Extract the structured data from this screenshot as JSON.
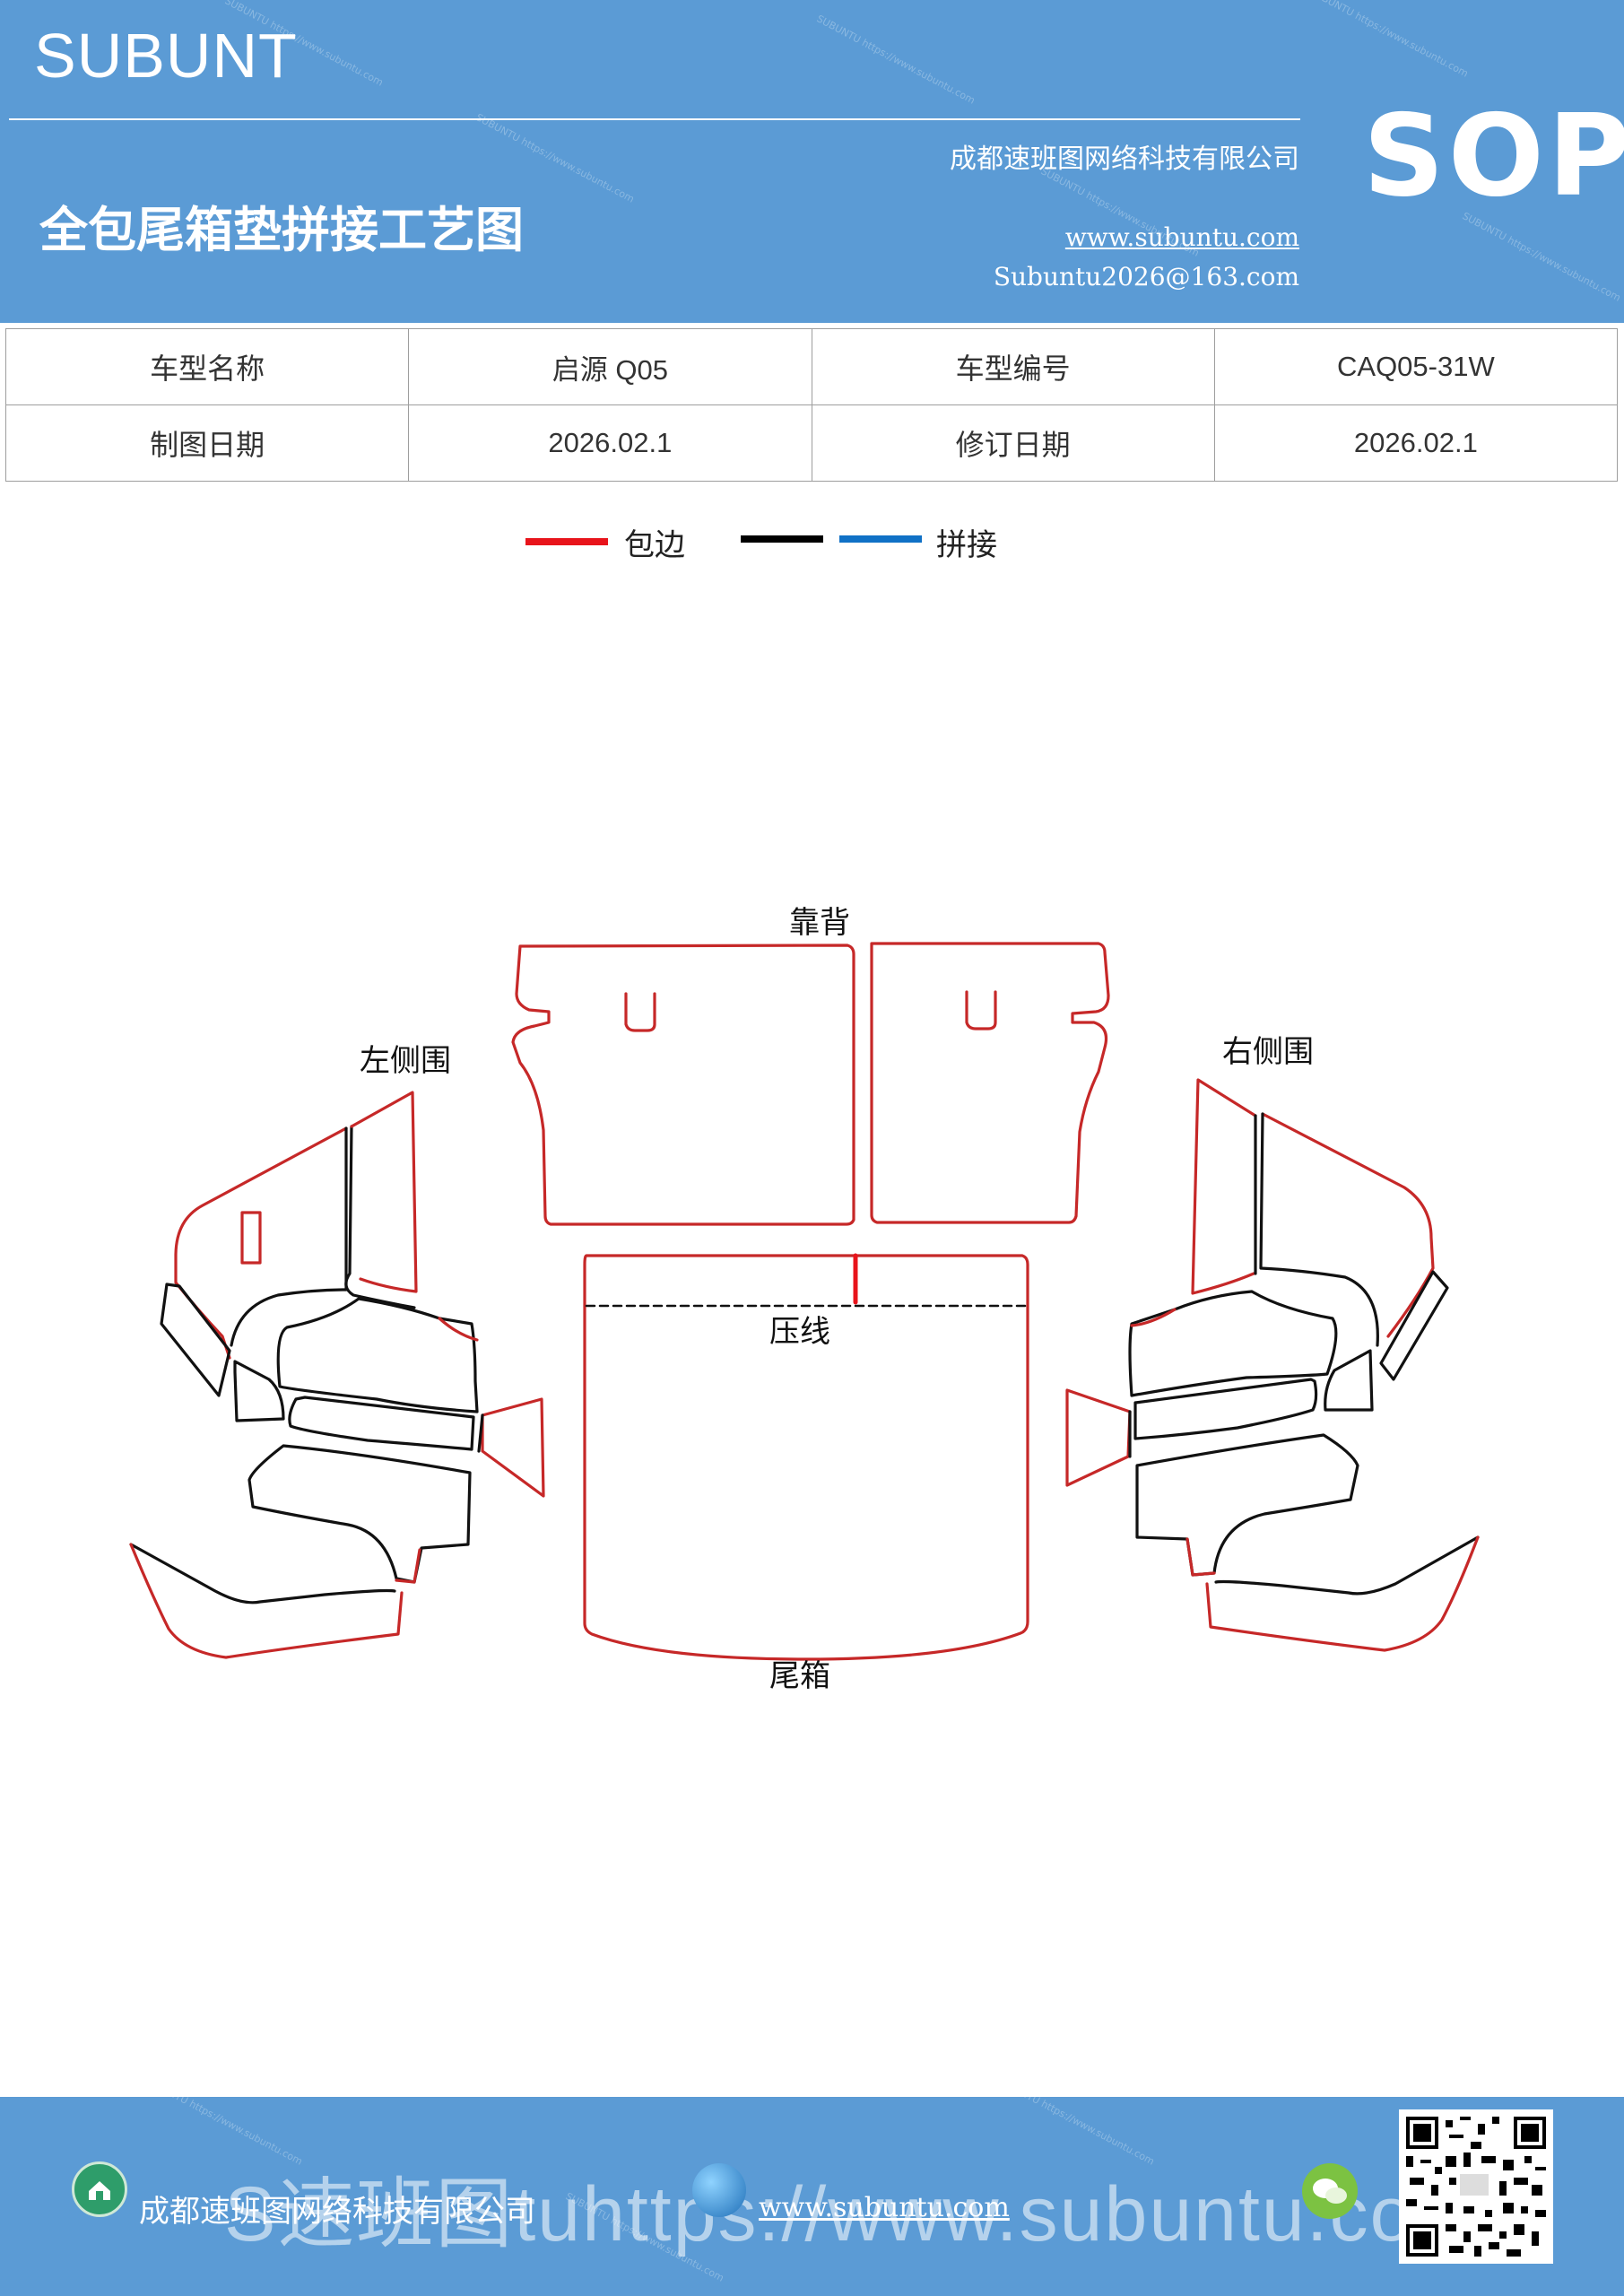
{
  "header": {
    "brand": "SUBUNT",
    "title": "全包尾箱垫拼接工艺图",
    "company": "成都速班图网络科技有限公司",
    "website": "www.subuntu.com",
    "email": "Subuntu2026@163.com",
    "badge": "SOP",
    "background_color": "#5b9bd5"
  },
  "info_table": {
    "rows": [
      [
        {
          "text": "车型名称",
          "kind": "label"
        },
        {
          "text": "启源 Q05",
          "kind": "value"
        },
        {
          "text": "车型编号",
          "kind": "label"
        },
        {
          "text": "CAQ05-31W",
          "kind": "value"
        }
      ],
      [
        {
          "text": "制图日期",
          "kind": "label"
        },
        {
          "text": "2026.02.1",
          "kind": "value"
        },
        {
          "text": "修订日期",
          "kind": "label"
        },
        {
          "text": "2026.02.1",
          "kind": "value"
        }
      ]
    ]
  },
  "legend": {
    "items": [
      {
        "label": "包边",
        "color": "#e8141b"
      },
      {
        "label": "",
        "color": "#000000"
      },
      {
        "label": "拼接",
        "color": "#1071c6"
      }
    ]
  },
  "diagram": {
    "labels": {
      "back": "靠背",
      "left": "左侧围",
      "right": "右侧围",
      "crease": "压线",
      "trunk": "尾箱"
    },
    "colors": {
      "edge": "#c62828",
      "seam": "#111111"
    }
  },
  "footer": {
    "company": "成都速班图网络科技有限公司",
    "url": "www.subuntu.com",
    "overlay": "S速班图tuhttps://www.subuntu.com",
    "icons": [
      "home-icon",
      "globe-icon",
      "wechat-icon",
      "qr-code"
    ]
  }
}
